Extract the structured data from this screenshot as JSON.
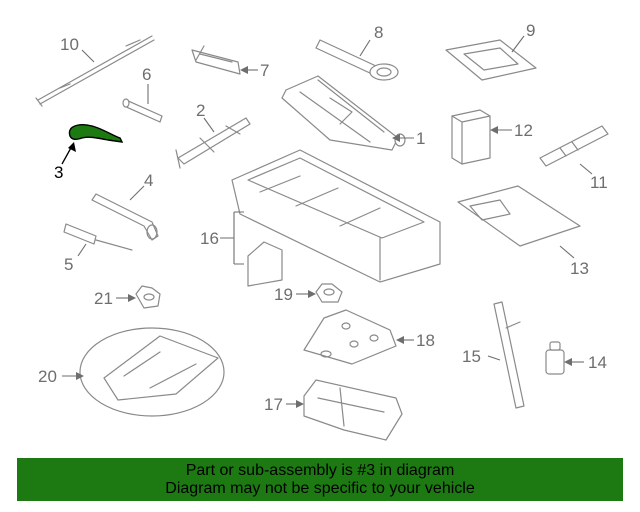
{
  "callouts": {
    "c1": "1",
    "c2": "2",
    "c3": "3",
    "c4": "4",
    "c5": "5",
    "c6": "6",
    "c7": "7",
    "c8": "8",
    "c9": "9",
    "c10": "10",
    "c11": "11",
    "c12": "12",
    "c13": "13",
    "c14": "14",
    "c15": "15",
    "c16": "16",
    "c17": "17",
    "c18": "18",
    "c19": "19",
    "c20": "20",
    "c21": "21"
  },
  "highlighted_part": "3",
  "colors": {
    "highlight": "#1d7a13",
    "line": "#8a8a8a",
    "label": "#6e6e6e"
  },
  "banner": {
    "line1": "Part or sub-assembly is #3 in diagram",
    "line2": "Diagram may not be specific to your vehicle"
  }
}
